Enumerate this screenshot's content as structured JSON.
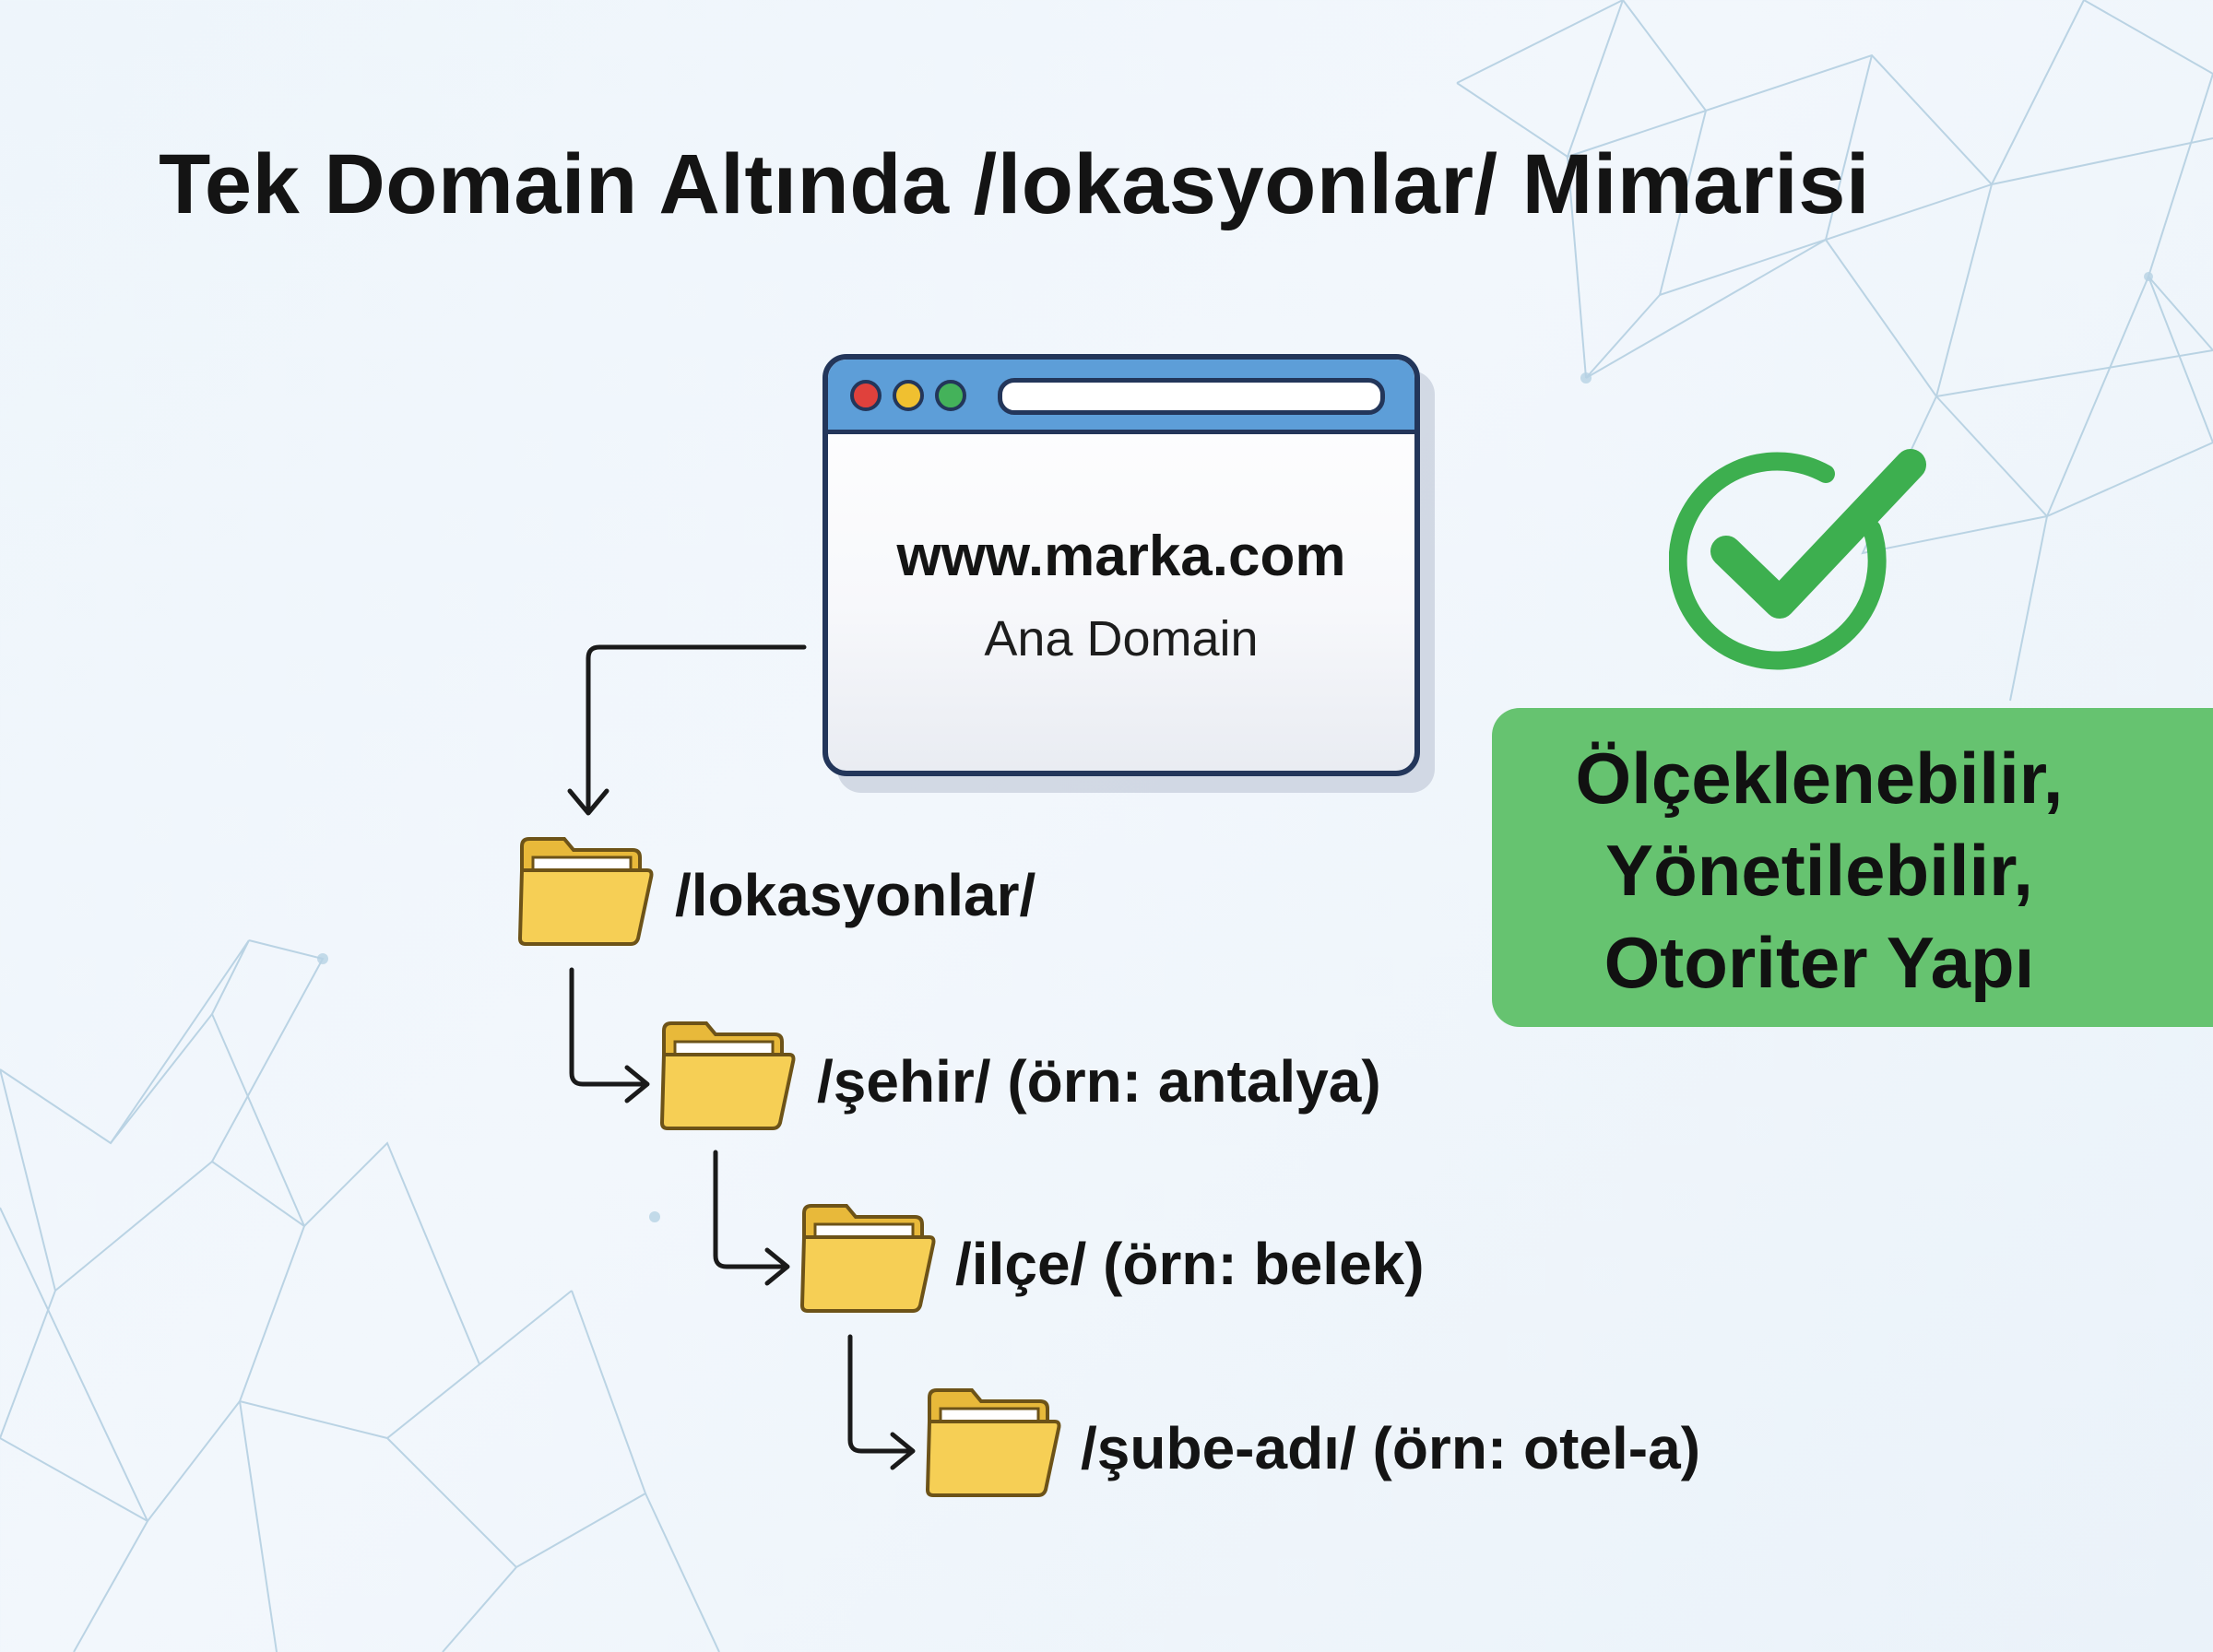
{
  "title": "Tek Domain Altında /lokasyonlar/ Mimarisi",
  "browser": {
    "url": "www.marka.com",
    "subtitle": "Ana Domain",
    "window_controls": [
      "red-dot",
      "yellow-dot",
      "green-dot"
    ]
  },
  "tree": [
    {
      "label": "/lokasyonlar/",
      "icon": "folder-icon"
    },
    {
      "label": "/şehir/ (örn: antalya)",
      "icon": "folder-icon"
    },
    {
      "label": "/ilçe/ (örn: belek)",
      "icon": "folder-icon"
    },
    {
      "label": "/şube-adı/ (örn: otel-a)",
      "icon": "folder-icon"
    }
  ],
  "result": {
    "icon": "check-circle-icon",
    "lines": [
      "Ölçeklenebilir,",
      "Yönetilebilir,",
      "Otoriter Yapı"
    ]
  },
  "colors": {
    "browser_bar": "#5d9ed8",
    "outline": "#23365a",
    "folder": "#f6cf55",
    "check": "#3daf4f",
    "badge": "#66c370",
    "background": "#eef5fb"
  }
}
